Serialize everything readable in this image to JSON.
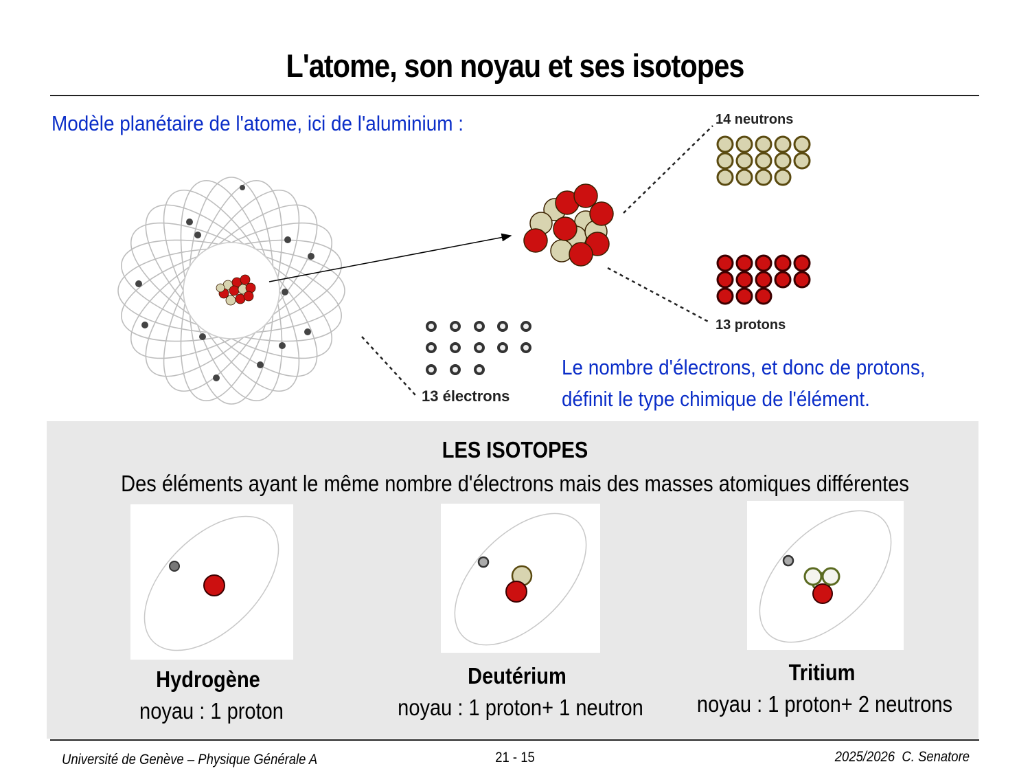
{
  "slide": {
    "title": "L'atome, son noyau et ses isotopes",
    "intro": "Modèle planétaire de l'atome, ici de l'aluminium :",
    "description_line1": "Le nombre d'électrons, et donc de protons,",
    "description_line2": "définit le type chimique de l'élément.",
    "atom_figure": {
      "neutrons_label": "14 neutrons",
      "protons_label": "13 protons",
      "electrons_label": "13 électrons",
      "neutron_count": 14,
      "proton_count": 13,
      "electron_count": 13,
      "colors": {
        "proton": "#cc1010",
        "neutron": "#d8d4b0",
        "electron": "#555555"
      }
    }
  },
  "isotopes": {
    "title": "LES ISOTOPES",
    "subtitle": "Des éléments ayant le même nombre d'électrons mais des masses atomiques différentes",
    "items": [
      {
        "name": "Hydrogène",
        "nucleus": "noyau : 1 proton"
      },
      {
        "name": "Deutérium",
        "nucleus": "noyau : 1 proton+ 1 neutron"
      },
      {
        "name": "Tritium",
        "nucleus": "noyau : 1 proton+ 2 neutrons"
      }
    ]
  },
  "footer": {
    "left": "Université de Genève – Physique Générale A",
    "center": "21 - 15",
    "right": "2025/2026  C. Senatore"
  },
  "colors": {
    "accent_blue": "#0a2dc8",
    "panel_bg": "#e8e8e8"
  }
}
